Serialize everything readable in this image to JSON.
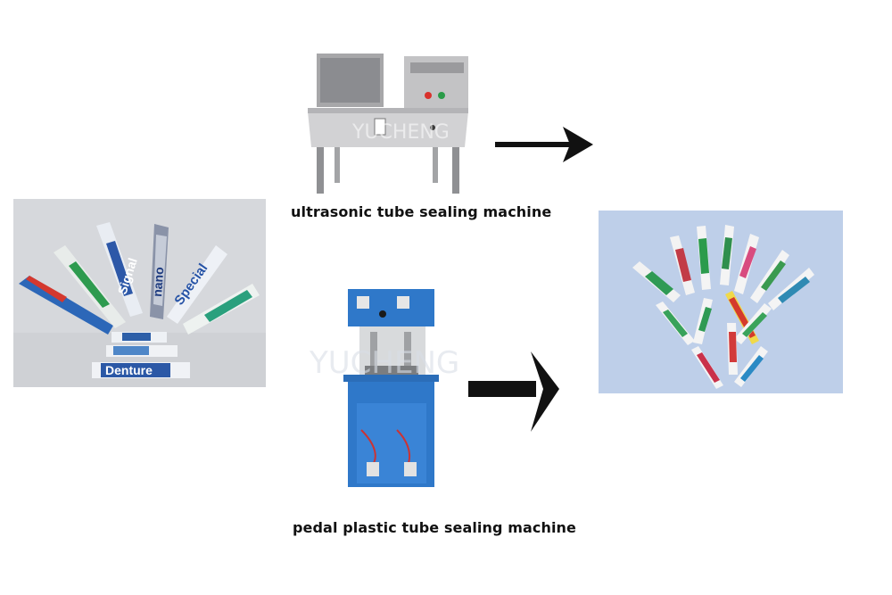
{
  "captions": {
    "ultrasonic": "ultrasonic tube sealing machine",
    "pedal": "pedal plastic tube sealing machine"
  },
  "tube_labels": [
    "Signal",
    "nano",
    "Special",
    "Denture"
  ],
  "watermark": "YUCHENG",
  "colors": {
    "arrow": "#111111",
    "machine_blue": "#2f78c9",
    "steel": "#c9c9c9",
    "cloth_blue": "#b8cbe6"
  },
  "icons": {
    "arrow_top": "right-arrow-icon",
    "arrow_bottom": "right-arrow-icon"
  }
}
